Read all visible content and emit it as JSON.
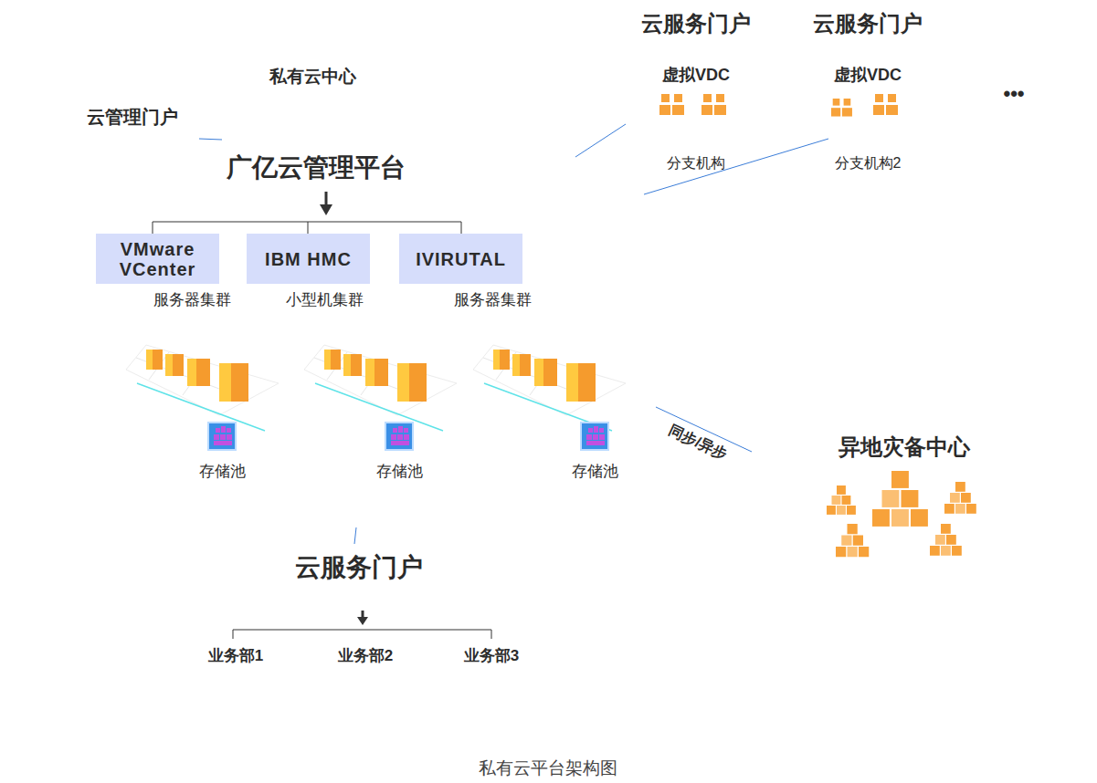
{
  "diagram": {
    "caption": "私有云平台架构图",
    "nodes": [
      {
        "text": [
          "私有云中心",
          "广亿云管理平台"
        ]
      },
      {
        "text": [
          "云管理门户"
        ]
      },
      {
        "text": [
          "VMware VCenter",
          "服务器集群"
        ],
        "in": 0
      },
      {
        "text": [
          "IBM HMC",
          "小型机集群"
        ],
        "in": 0
      },
      {
        "text": [
          "IVIRUTAL",
          "服务器集群"
        ],
        "in": 0
      },
      {
        "text": [
          "云服务门户",
          "虚拟VDC",
          "分支机构"
        ]
      },
      {
        "text": [
          "云服务门户",
          "虚拟VDC",
          "分支机构2"
        ]
      },
      {
        "text": [
          "异地灾备中心"
        ]
      },
      {
        "text": [
          "云服务门户"
        ]
      }
    ],
    "edges": [
      {
        "from": 1,
        "to": 0,
        "arrow": "none"
      },
      {
        "from": 0,
        "to": 5,
        "arrow": "none"
      },
      {
        "from": 0,
        "to": 6,
        "arrow": "none"
      },
      {
        "from": 0,
        "to": 7,
        "label": "同步/异步",
        "arrow": "none"
      },
      {
        "from": 0,
        "to": 8,
        "arrow": "none"
      }
    ],
    "labels": [
      "•••",
      "存储池",
      "存储池",
      "存储池",
      "业务部1",
      "业务部2",
      "业务部3"
    ]
  }
}
